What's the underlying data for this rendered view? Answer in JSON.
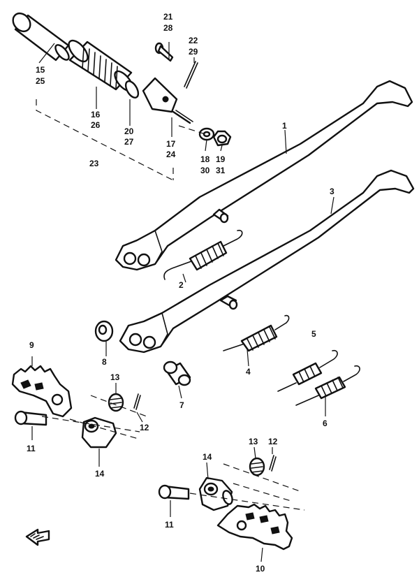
{
  "labels": {
    "l15": "15",
    "l25": "25",
    "l16": "16",
    "l26": "26",
    "l21": "21",
    "l28": "28",
    "l22": "22",
    "l29": "29",
    "l20": "20",
    "l27": "27",
    "l17": "17",
    "l24": "24",
    "l18": "18",
    "l30": "30",
    "l19": "19",
    "l31": "31",
    "l23": "23",
    "l1": "1",
    "l3": "3",
    "l2": "2",
    "l5": "5",
    "l4": "4",
    "l6": "6",
    "l9": "9",
    "l8": "8",
    "l13a": "13",
    "l7": "7",
    "l12a": "12",
    "l11a": "11",
    "l14a": "14",
    "l13b": "13",
    "l12b": "12",
    "l14b": "14",
    "l11b": "11",
    "l10": "10"
  }
}
